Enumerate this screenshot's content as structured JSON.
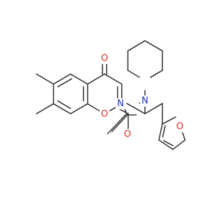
{
  "molecule": {
    "colors": {
      "bond": "#3a3a3a",
      "oxygen": "#e8291c",
      "nitrogen": "#1f2fd1",
      "background": "#ffffff"
    },
    "atom_labels": {
      "ketone_oxygen": "O",
      "ring_oxygen": "O",
      "amide_oxygen": "O",
      "amide_nitrogen": "N",
      "piperidine_nitrogen": "N",
      "furan_oxygen": "O"
    }
  }
}
